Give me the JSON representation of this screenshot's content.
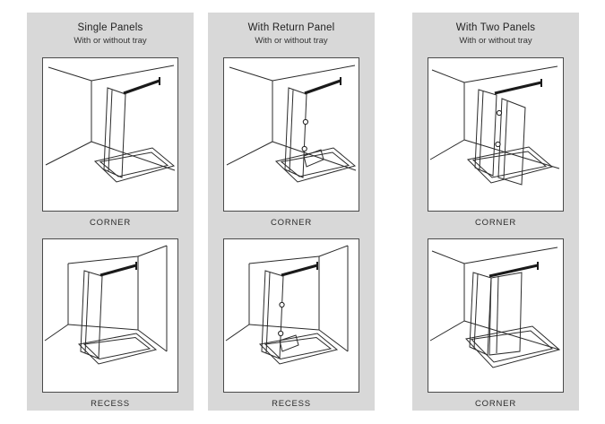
{
  "colors": {
    "page_bg": "#ffffff",
    "panel_bg": "#d8d8d8",
    "line": "#2b2b2b",
    "box_border": "#4a4a4a"
  },
  "columns": [
    {
      "title": "Single Panels",
      "subtitle": "With or without tray",
      "cells": [
        {
          "label": "CORNER",
          "drawing": "single-panel-corner-installation"
        },
        {
          "label": "RECESS",
          "drawing": "single-panel-recess-installation"
        }
      ]
    },
    {
      "title": "With Return Panel",
      "subtitle": "With or without tray",
      "cells": [
        {
          "label": "CORNER",
          "drawing": "return-panel-corner-installation"
        },
        {
          "label": "RECESS",
          "drawing": "return-panel-recess-installation"
        }
      ]
    },
    {
      "title": "With Two Panels",
      "subtitle": "With or without tray",
      "cells": [
        {
          "label": "CORNER",
          "drawing": "two-panels-corner-installation"
        },
        {
          "label": "CORNER",
          "drawing": "two-panels-corner-installation-alt"
        }
      ]
    }
  ]
}
